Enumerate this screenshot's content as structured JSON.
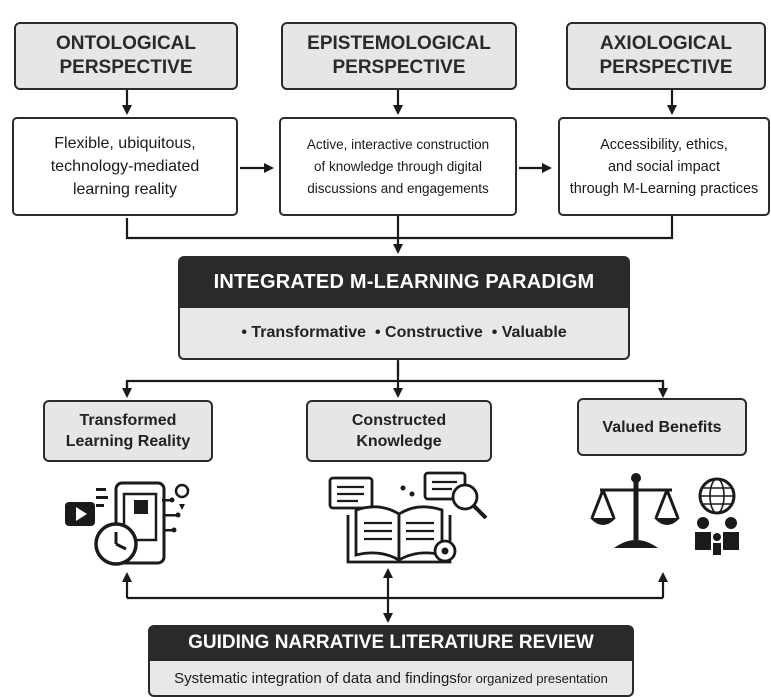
{
  "perspectives": [
    {
      "title": "ONTOLOGICAL\nPERSPECTIVE",
      "description": "Flexible, ubiquitous,\ntechnology-mediated\nlearning reality"
    },
    {
      "title": "EPISTEMOLOGICAL\nPERSPECTIVE",
      "description": "Active, interactive construction\nof knowledge through digital\ndiscussions and engagements"
    },
    {
      "title": "AXIOLOGICAL\nPERSPECTIVE",
      "description": "Accessibility, ethics,\nand social impact\nthrough M-Learning practices"
    }
  ],
  "paradigm": {
    "title": "INTEGRATED M-LEARNING PARADIGM",
    "qualities": [
      "Transformative",
      "Constructive",
      "Valuable"
    ]
  },
  "outcomes": [
    {
      "title": "Transformed\nLearning Reality",
      "icon": "mobile-video-clock-icon"
    },
    {
      "title": "Constructed\nKnowledge",
      "icon": "book-chat-search-icon"
    },
    {
      "title": "Valued Benefits",
      "icon": "scales-globe-people-icon"
    }
  ],
  "review": {
    "title": "GUIDING NARRATIVE LITERATIURE REVIEW",
    "subtitle_main": "Systematic integration of data and findings",
    "subtitle_tail": " for organized presentation"
  },
  "colors": {
    "dark": "#2a2a2a",
    "grey": "#e6e6e6",
    "line": "#1a1a1a"
  }
}
